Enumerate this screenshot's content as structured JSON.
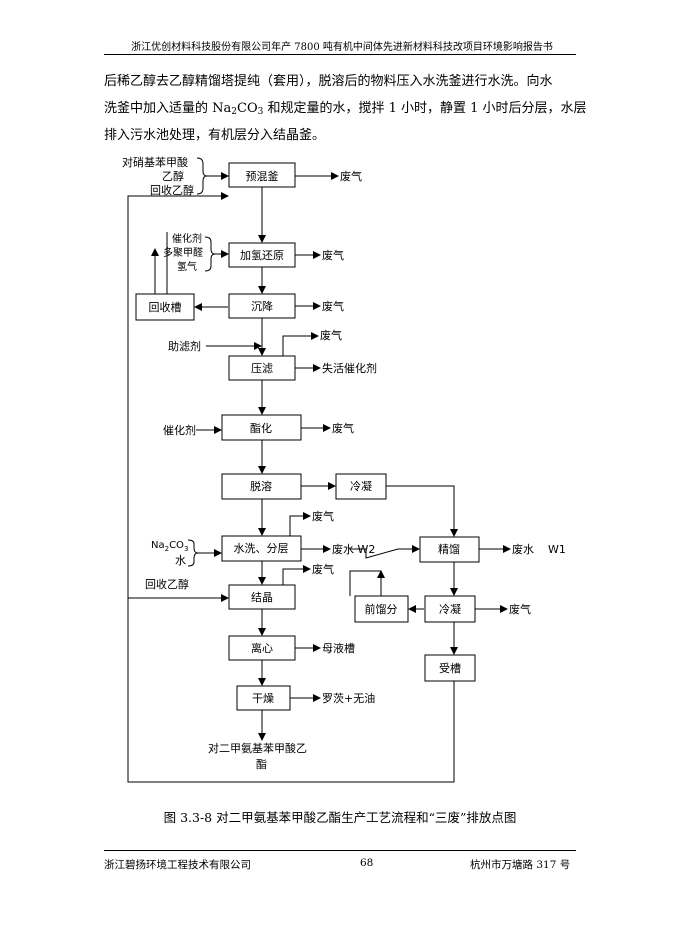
{
  "header": {
    "text": "浙江优创材料科技股份有限公司年产 7800 吨有机中间体先进新材料科技改项目环境影响报告书"
  },
  "body": {
    "line1": "后稀乙醇去乙醇精馏塔提纯（套用），脱溶后的物料压入水洗釜进行水洗。向水",
    "line2_a": "洗釜中加入适量的 Na",
    "line2_sub1": "2",
    "line2_b": "CO",
    "line2_sub2": "3",
    "line2_c": " 和规定量的水，搅拌 1 小时，静置 1 小时后分层，水层",
    "line3": "排入污水池处理，有机层分入结晶釜。"
  },
  "diagram": {
    "inputs": {
      "pnba": "对硝基苯甲酸",
      "ethanol": "乙醇",
      "recycled_ethanol": "回收乙醇",
      "catalyst": "催化剂",
      "paraformaldehyde": "多聚甲醛",
      "hydrogen": "氢气",
      "filter_aid": "助滤剂",
      "esterification_catalyst": "催化剂",
      "na2co3_a": "Na",
      "na2co3_sub1": "2",
      "na2co3_b": "CO",
      "na2co3_sub2": "3",
      "water": "水",
      "recycled_ethanol_2": "回收乙醇"
    },
    "steps": {
      "premix": "预混釜",
      "hydrogenation": "加氢还原",
      "recovery_tank": "回收槽",
      "settling": "沉降",
      "press_filter": "压滤",
      "esterification": "酯化",
      "desolvation": "脱溶",
      "condense": "冷凝",
      "wash_separate": "水洗、分层",
      "rectification": "精馏",
      "crystallization": "结晶",
      "pre_fraction": "前馏分",
      "condense_2": "冷凝",
      "centrifuge": "离心",
      "receiver_tank": "受槽",
      "drying": "干燥",
      "product_line1": "对二甲氨基苯甲酸乙",
      "product_line2": "酯"
    },
    "emissions": {
      "waste_gas": "废气",
      "spent_catalyst": "失活催化剂",
      "wastewater_w2": "废水 W2",
      "wastewater": "废水",
      "w1": "W1",
      "mother_liquor": "母液槽",
      "drying_emission": "罗茨+无油"
    }
  },
  "caption": "图 3.3-8 对二甲氨基苯甲酸乙酯生产工艺流程和“三废”排放点图",
  "footer": {
    "left": "浙江碧扬环境工程技术有限公司",
    "center": "68",
    "right": "杭州市万塘路 317 号"
  }
}
